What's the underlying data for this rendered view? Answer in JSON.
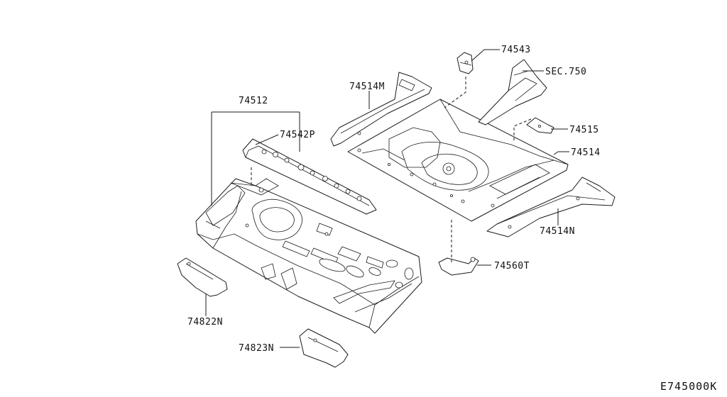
{
  "diagram": {
    "callouts": [
      {
        "id": "74512",
        "text": "74512"
      },
      {
        "id": "74542P",
        "text": "74542P"
      },
      {
        "id": "74514M",
        "text": "74514M"
      },
      {
        "id": "74543",
        "text": "74543"
      },
      {
        "id": "sec750",
        "text": "SEC.750"
      },
      {
        "id": "74515",
        "text": "74515"
      },
      {
        "id": "74514",
        "text": "74514"
      },
      {
        "id": "74514N",
        "text": "74514N"
      },
      {
        "id": "74560T",
        "text": "74560T"
      },
      {
        "id": "74822N",
        "text": "74822N"
      },
      {
        "id": "74823N",
        "text": "74823N"
      }
    ],
    "diagram_code": "E745000K"
  }
}
